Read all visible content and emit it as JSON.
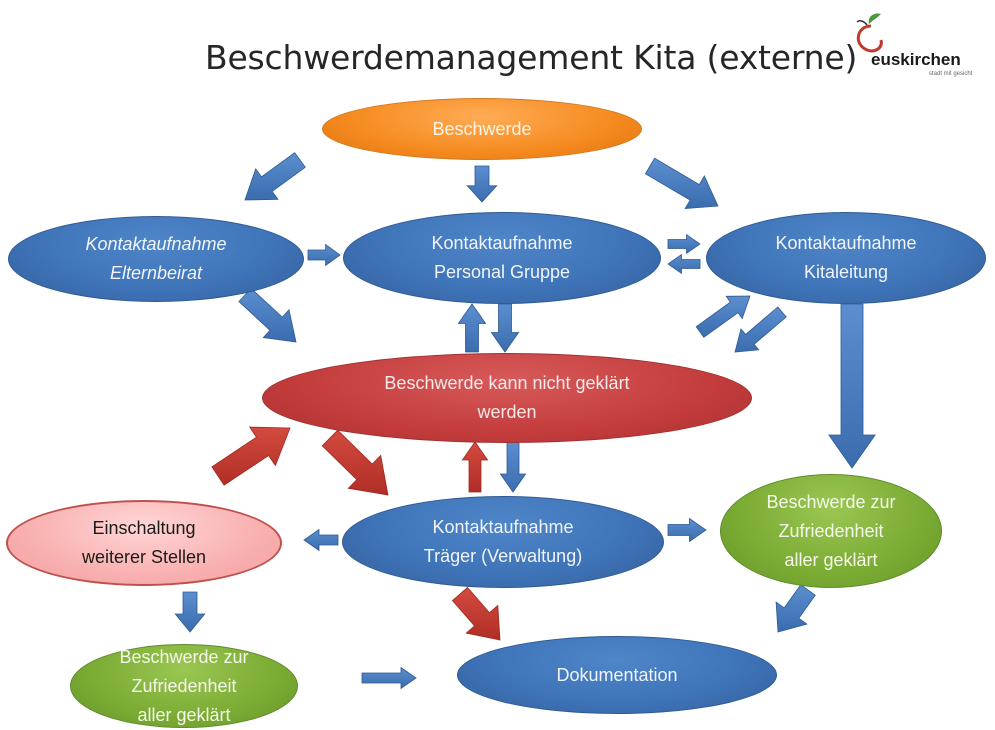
{
  "title": "Beschwerdemanagement Kita (externe)",
  "logo": {
    "word": "euskirchen",
    "tagline": "stadt mit gesicht"
  },
  "colors": {
    "blue_node": "#3f74b9",
    "orange_node": "#f58a1f",
    "red_node": "#c43c3c",
    "pink_node": "#f9b0b0",
    "green_node": "#7aab33",
    "blue_arrow": "#3f74b9",
    "red_arrow": "#c0392b"
  },
  "nodes": {
    "beschwerde": "Beschwerde",
    "elternbeirat": "Kontaktaufnahme\nElternbeirat",
    "personal": "Kontaktaufnahme\nPersonal Gruppe",
    "kitaleitung": "Kontaktaufnahme\nKitaleitung",
    "nicht_geklaert": "Beschwerde kann nicht geklärt\nwerden",
    "einschaltung": "Einschaltung\nweiterer Stellen",
    "traeger": "Kontaktaufnahme\nTräger (Verwaltung)",
    "zufrieden_right": "Beschwerde zur\nZufriedenheit\naller geklärt",
    "zufrieden_left": "Beschwerde zur\nZufriedenheit\naller geklärt",
    "dokumentation": "Dokumentation"
  }
}
